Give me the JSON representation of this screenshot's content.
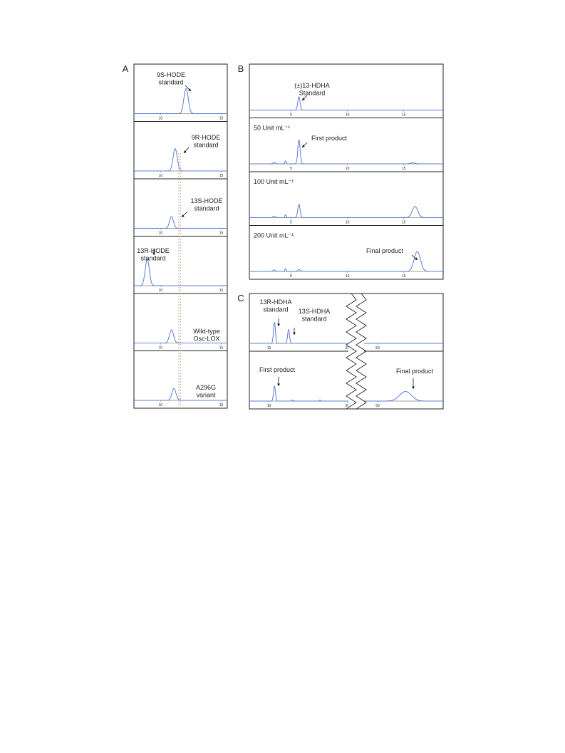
{
  "chart_data": [
    {
      "panel": "A",
      "type": "line",
      "subplots": [
        {
          "label": "9S-HODE\nstandard",
          "x_ticks": [
            10,
            15
          ],
          "peaks": [
            {
              "x": 12.1,
              "h": 0.95,
              "w": 0.18
            }
          ]
        },
        {
          "label": "9R-HODE\nstandard",
          "x_ticks": [
            10,
            15
          ],
          "peaks": [
            {
              "x": 11.2,
              "h": 0.85,
              "w": 0.17
            }
          ]
        },
        {
          "label": "13S-HODE\nstandard",
          "x_ticks": [
            10,
            15
          ],
          "peaks": [
            {
              "x": 10.9,
              "h": 0.45,
              "w": 0.16
            }
          ]
        },
        {
          "label": "13R-HODE\nstandard",
          "x_ticks": [
            10,
            15
          ],
          "peaks": [
            {
              "x": 8.9,
              "h": 1.0,
              "w": 0.17
            }
          ]
        },
        {
          "label": "Wild-type\nOsc-LOX",
          "x_ticks": [
            10,
            15
          ],
          "peaks": [
            {
              "x": 10.9,
              "h": 0.5,
              "w": 0.17
            }
          ]
        },
        {
          "label": "A296G\nvariant",
          "x_ticks": [
            10,
            15
          ],
          "peaks": [
            {
              "x": 11.1,
              "h": 0.45,
              "w": 0.17
            }
          ]
        }
      ],
      "xlim": [
        7.8,
        15.5
      ]
    },
    {
      "panel": "B",
      "type": "line",
      "subplots": [
        {
          "label": "(±)13-HDHA\nStandard",
          "x_ticks": [
            5,
            10,
            15
          ],
          "peaks": [
            {
              "x": 5.7,
              "h": 0.55,
              "w": 0.1
            }
          ]
        },
        {
          "label": "50 Unit mL⁻¹",
          "annotation": "First product",
          "x_ticks": [
            5,
            10,
            15
          ],
          "peaks": [
            {
              "x": 5.7,
              "h": 1.0,
              "w": 0.1
            },
            {
              "x": 4.5,
              "h": 0.12,
              "w": 0.05
            },
            {
              "x": 3.5,
              "h": 0.05,
              "w": 0.1
            },
            {
              "x": 15.8,
              "h": 0.04,
              "w": 0.2
            }
          ]
        },
        {
          "label": "100 Unit mL⁻¹",
          "x_ticks": [
            5,
            10,
            15
          ],
          "peaks": [
            {
              "x": 5.7,
              "h": 0.55,
              "w": 0.1
            },
            {
              "x": 4.5,
              "h": 0.12,
              "w": 0.05
            },
            {
              "x": 3.5,
              "h": 0.06,
              "w": 0.1
            },
            {
              "x": 16.0,
              "h": 0.45,
              "w": 0.25
            }
          ]
        },
        {
          "label": "200 Unit mL⁻¹",
          "annotation": "Final product",
          "x_ticks": [
            5,
            10,
            15
          ],
          "peaks": [
            {
              "x": 5.7,
              "h": 0.08,
              "w": 0.1
            },
            {
              "x": 4.5,
              "h": 0.12,
              "w": 0.05
            },
            {
              "x": 3.5,
              "h": 0.06,
              "w": 0.1
            },
            {
              "x": 16.2,
              "h": 0.8,
              "w": 0.28
            }
          ]
        }
      ],
      "xlim": [
        1.3,
        18.5
      ]
    },
    {
      "panel": "C",
      "type": "line",
      "broken_x_axis": true,
      "left_xlim": [
        7.5,
        20.5
      ],
      "right_xlim": [
        45,
        70
      ],
      "left_ticks": [
        10,
        20
      ],
      "right_ticks": [
        50
      ],
      "subplots": [
        {
          "labels": [
            "13R-HDHA\nstandard",
            "13S-HDHA\nstandard"
          ],
          "peaks": [
            {
              "x": 10.7,
              "h": 1.0,
              "w": 0.12
            },
            {
              "x": 12.5,
              "h": 0.65,
              "w": 0.12
            }
          ]
        },
        {
          "labels": [
            "First product",
            "Final product"
          ],
          "peaks": [
            {
              "x": 10.7,
              "h": 0.7,
              "w": 0.12
            },
            {
              "x": 13.0,
              "h": 0.05,
              "w": 0.1
            },
            {
              "x": 16.5,
              "h": 0.05,
              "w": 0.1
            },
            {
              "x": 58.5,
              "h": 0.45,
              "w": 1.8
            }
          ]
        }
      ]
    }
  ],
  "panel_letters": [
    "A",
    "B",
    "C"
  ],
  "colors": {
    "trace": "#5b7fd6",
    "frame": "#222222",
    "dash_red": "#e07070",
    "dash_green": "#a8b070"
  }
}
